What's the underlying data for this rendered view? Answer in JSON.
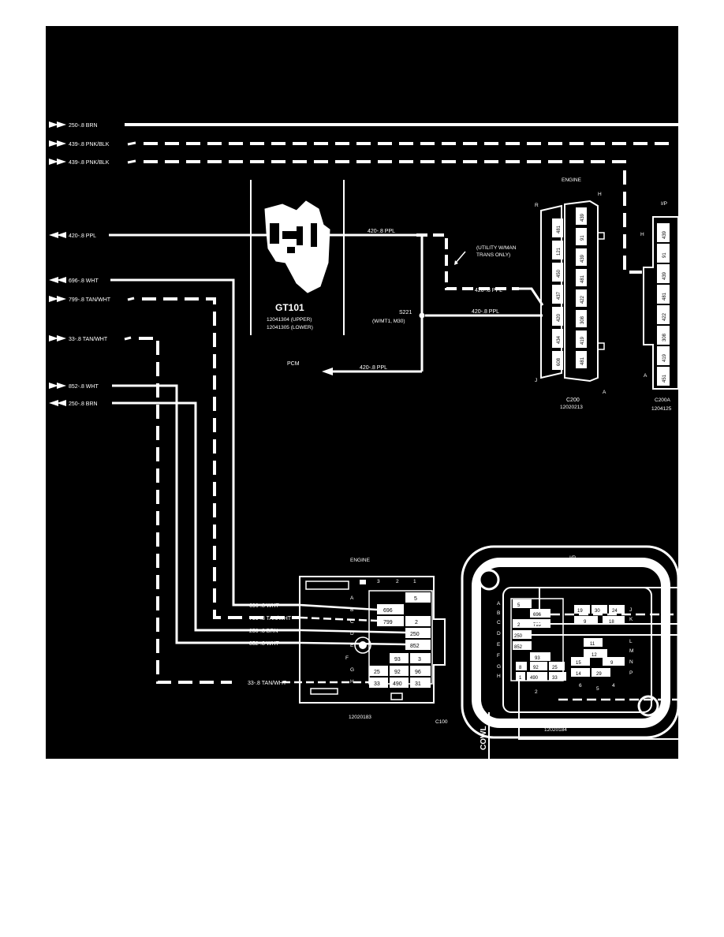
{
  "diagram": {
    "input_wires": [
      {
        "label": "250-.8 BRN"
      },
      {
        "label": "439-.8 PNK/BLK"
      },
      {
        "label": "439-.8 PNK/BLK"
      },
      {
        "label": "420-.8 PPL"
      },
      {
        "label": "696-.8 WHT"
      },
      {
        "label": "799-.8 TAN/WHT"
      },
      {
        "label": "33-.8 TAN/WHT"
      },
      {
        "label": "852-.8 WHT"
      },
      {
        "label": "250-.8 BRN"
      }
    ],
    "switch": {
      "name": "GT101",
      "part_upper": "12041304 (UPPER)",
      "part_lower": "12041305 (LOWER)",
      "output_wire": "420-.8 PPL"
    },
    "utility_note_line1": "(UTILITY W/MAN",
    "utility_note_line2": "TRANS ONLY)",
    "utility_wire": "420-.8 PPL",
    "splice": {
      "name": "S221",
      "condition": "(W/MT1, M30)",
      "wire": "420-.8 PPL"
    },
    "pcm": {
      "label": "PCM",
      "wire": "420-.8 PPL"
    },
    "c200": {
      "header": "ENGINE",
      "corner_r": "R",
      "corner_h": "H",
      "corner_j": "J",
      "corner_a": "A",
      "name": "C200",
      "part": "12020213",
      "col_left": [
        "481",
        "121",
        "450",
        "437",
        "420",
        "434",
        "608"
      ],
      "col_right": [
        "439",
        "91",
        "439",
        "481",
        "422",
        "308",
        "419",
        "481"
      ]
    },
    "c200a": {
      "header": "I/P",
      "corner_h": "H",
      "corner_a": "A",
      "name": "C200A",
      "part": "1204125",
      "pins": [
        "439",
        "91",
        "439",
        "481",
        "422",
        "308",
        "419",
        "451"
      ]
    },
    "c100": {
      "header": "ENGINE",
      "col_numbers": [
        "3",
        "2",
        "1"
      ],
      "row_letters": [
        "A",
        "B",
        "C",
        "D",
        "E",
        "F",
        "G",
        "H"
      ],
      "cells": [
        "5",
        "696",
        "799",
        "2",
        "250",
        "852",
        "93",
        "3",
        "25",
        "92",
        "96",
        "33",
        "490",
        "31"
      ],
      "wires": [
        "696-.8 WHT",
        "799-.8 TAN/WHT",
        "250-.8 BRN",
        "852-.8 WHT",
        "33-.8 TAN/WHT"
      ],
      "part": "12020183",
      "name": "C100"
    },
    "ip_connector": {
      "header": "I/P",
      "row_letters_left": [
        "A",
        "B",
        "C",
        "D",
        "E",
        "F",
        "G",
        "H"
      ],
      "row_letters_right": [
        "J",
        "K",
        "L",
        "M",
        "N",
        "P"
      ],
      "cells": [
        "5",
        "696",
        "2",
        "799",
        "250",
        "852",
        "93",
        "8",
        "92",
        "25",
        "1",
        "490",
        "33",
        "19",
        "30",
        "24",
        "9",
        "18",
        "11",
        "12",
        "15",
        "9",
        "14",
        "29"
      ],
      "bottom_numbers": [
        "2",
        "6",
        "5",
        "4"
      ],
      "part": "12020184",
      "cowl_label": "COWL"
    }
  }
}
